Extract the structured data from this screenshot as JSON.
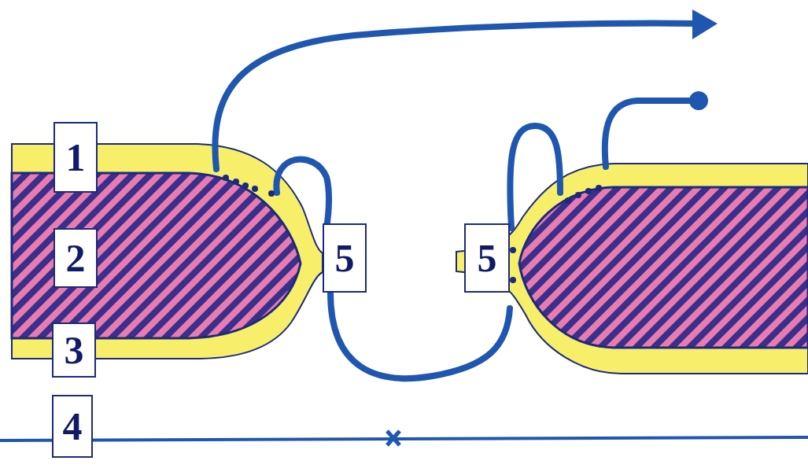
{
  "diagram": {
    "nodes": [
      {
        "text": [
          "1"
        ]
      },
      {
        "text": [
          "2"
        ]
      },
      {
        "text": [
          "5"
        ]
      },
      {
        "text": [
          "5"
        ]
      },
      {
        "text": [
          "3"
        ]
      },
      {
        "text": [
          "4"
        ]
      }
    ]
  }
}
